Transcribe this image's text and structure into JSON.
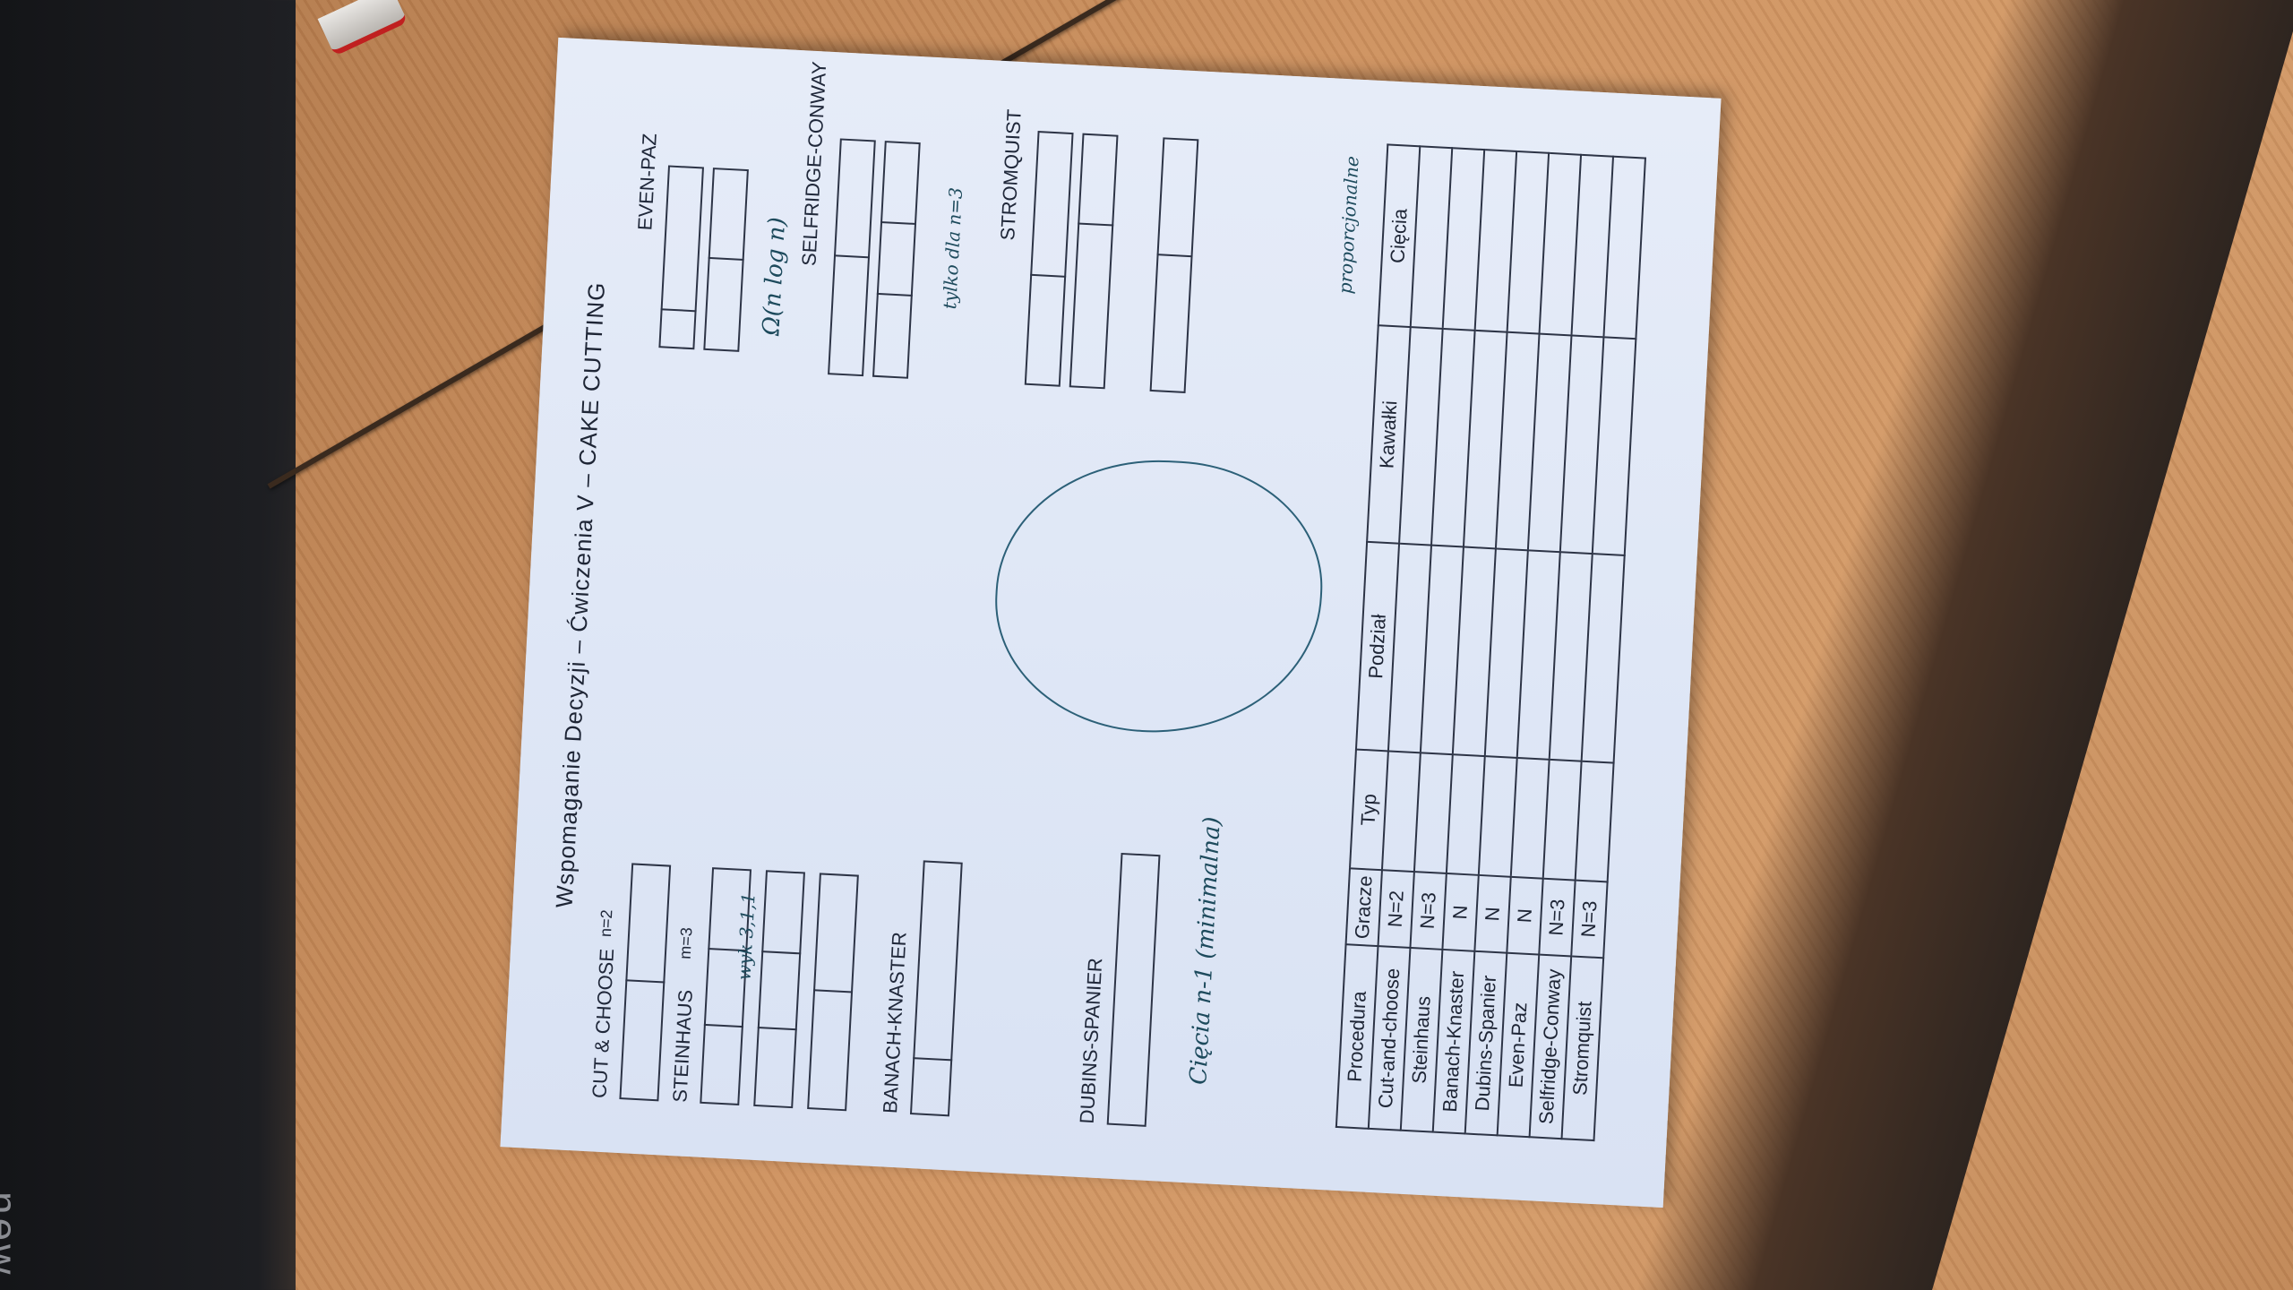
{
  "sheet": {
    "title": "Wspomaganie Decyzji – Ćwiczenia V – CAKE CUTTING",
    "sections": {
      "cut_and_choose": "CUT & CHOOSE",
      "cut_and_choose_note": "n=2",
      "steinhaus": "STEINHAUS",
      "steinhaus_note": "m=3",
      "banach_knaster": "BANACH-KNASTER",
      "dubins_spanier": "DUBINS-SPANIER",
      "even_paz": "EVEN-PAZ",
      "selfridge_conway": "SELFRIDGE-CONWAY",
      "stromquist": "STROMQUIST"
    },
    "handwritten": {
      "steinhaus_arrangements": "wyk 3,1,1",
      "even_paz_note": "Ω(n log n)",
      "cut_choose_note": "Cięcia n-1 (minimalna)",
      "stromquist_note": "proporcjonalne",
      "selfridge_note": "tylko dla n=3"
    },
    "table": {
      "headers": [
        "Procedura",
        "Gracze",
        "Typ",
        "Podział",
        "Kawałki",
        "Cięcia"
      ],
      "rows": [
        {
          "procedure": "Cut-and-choose",
          "players": "N=2"
        },
        {
          "procedure": "Steinhaus",
          "players": "N=3"
        },
        {
          "procedure": "Banach-Knaster",
          "players": "N"
        },
        {
          "procedure": "Dubins-Spanier",
          "players": "N"
        },
        {
          "procedure": "Even-Paz",
          "players": "N"
        },
        {
          "procedure": "Selfridge-Conway",
          "players": "N=3"
        },
        {
          "procedure": "Stromquist",
          "players": "N=3"
        }
      ]
    }
  },
  "background": {
    "laptop_text": "new"
  }
}
